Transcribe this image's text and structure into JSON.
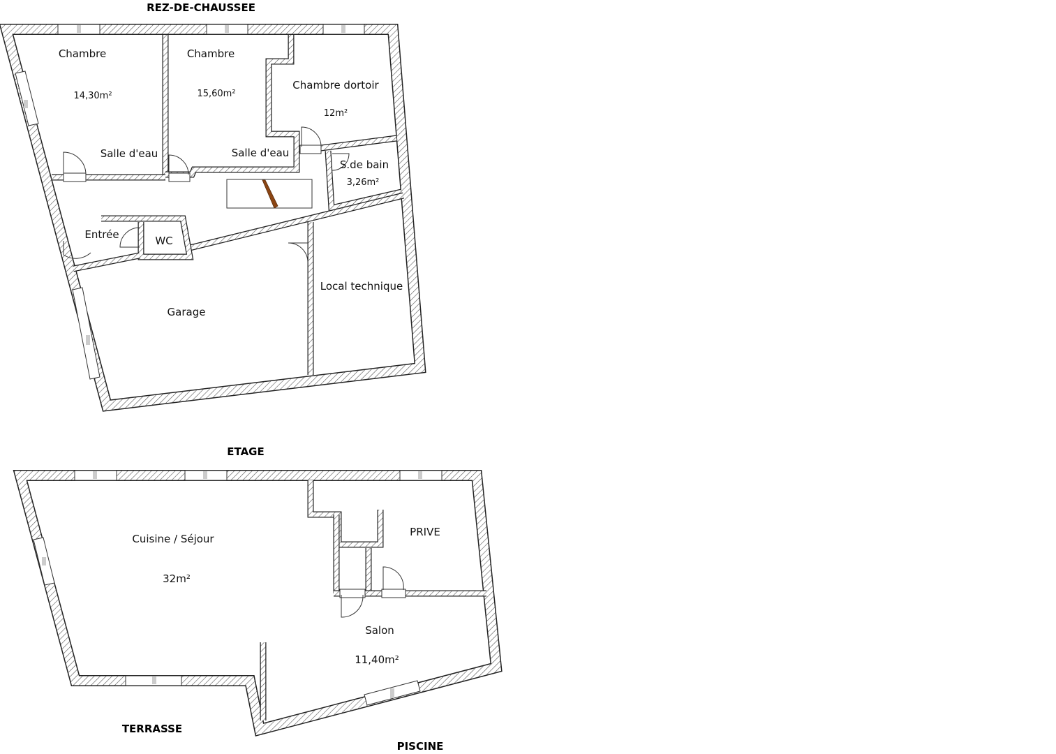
{
  "ground_floor": {
    "title": "REZ-DE-CHAUSSEE",
    "rooms": [
      {
        "name": "Chambre",
        "area": "14,30m²"
      },
      {
        "name": "Chambre",
        "area": "15,60m²"
      },
      {
        "name": "Chambre dortoir",
        "area": "12m²"
      },
      {
        "name": "Salle d'eau"
      },
      {
        "name": "Salle d'eau"
      },
      {
        "name": "S.de bain",
        "area": "3,26m²"
      },
      {
        "name": "Entrée"
      },
      {
        "name": "WC"
      },
      {
        "name": "Garage"
      },
      {
        "name": "Local technique"
      }
    ]
  },
  "upper_floor": {
    "title": "ETAGE",
    "rooms": [
      {
        "name": "Cuisine / Séjour",
        "area": "32m²"
      },
      {
        "name": "PRIVE"
      },
      {
        "name": "Salon",
        "area": "11,40m²"
      }
    ],
    "outside": {
      "terrace": "TERRASSE",
      "pool": "PISCINE"
    }
  },
  "colors": {
    "wall_outline": "#222222",
    "hatch": "#555555",
    "stair": "#8B4513"
  }
}
